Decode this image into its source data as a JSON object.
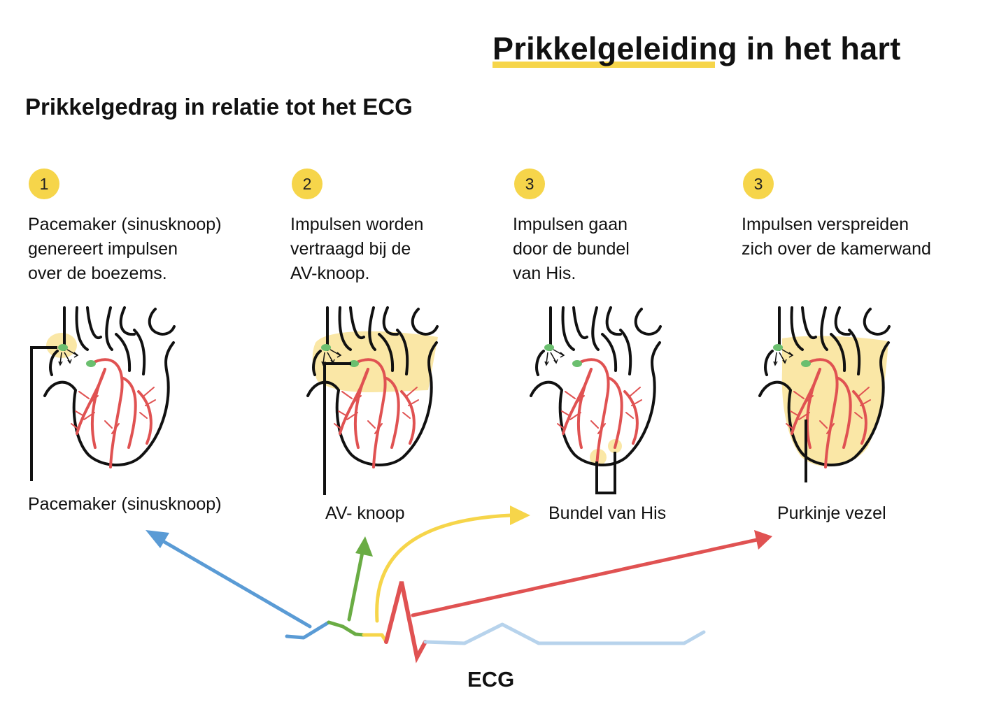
{
  "title": "Prikkelgeleiding in het hart",
  "subtitle": "Prikkelgedrag in relatie tot het ECG",
  "colors": {
    "yellow": "#f6d54a",
    "highlight": "#fae7a6",
    "blue": "#5a9bd5",
    "green": "#6aac44",
    "red": "#e05252",
    "light_blue": "#b7d3ec",
    "node_green": "#6bbf6f"
  },
  "steps": [
    {
      "number": "1",
      "description": [
        "Pacemaker (sinusknoop)",
        "genereert impulsen",
        "over de boezems."
      ],
      "label": "Pacemaker (sinusknoop)"
    },
    {
      "number": "2",
      "description": [
        "Impulsen worden",
        "vertraagd bij de",
        "AV-knoop."
      ],
      "label": "AV- knoop"
    },
    {
      "number": "3",
      "description": [
        "Impulsen gaan",
        "door de bundel",
        "van His."
      ],
      "label": "Bundel van His"
    },
    {
      "number": "3",
      "description": [
        "Impulsen verspreiden",
        "zich over de kamerwand"
      ],
      "label": "Purkinje vezel"
    }
  ],
  "ecg_label": "ECG"
}
